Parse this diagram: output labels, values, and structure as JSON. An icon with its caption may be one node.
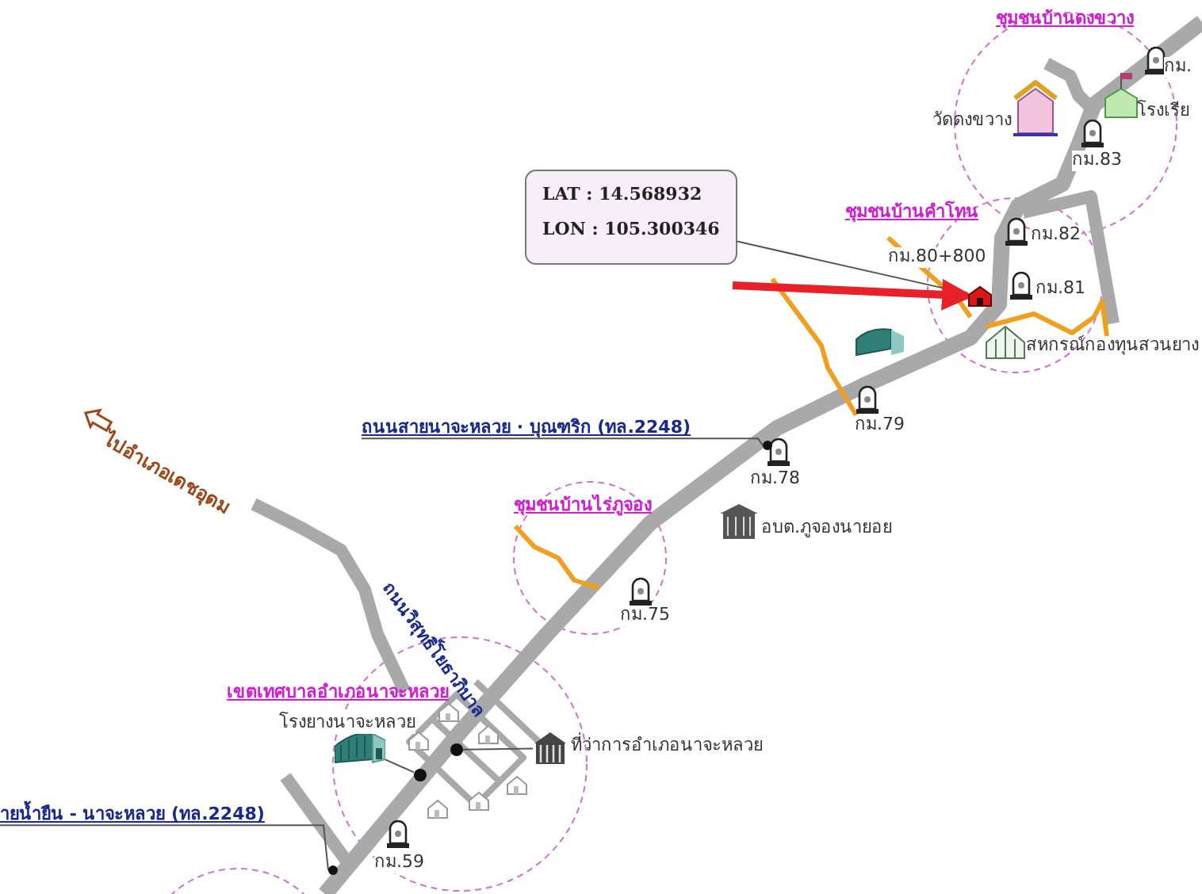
{
  "diagram": {
    "nodes": [
      {
        "text": [
          "LAT : 14.568932",
          "LON : 105.300346"
        ]
      },
      {
        "text": [],
        "shape": "picture",
        "beside": [
          "กม.80+800"
        ]
      },
      {
        "text": [
          "ถนนสายนาจะหลวย · บุณฑริก (ทล.2248)"
        ]
      },
      {
        "text": [],
        "shape": "circle"
      },
      {
        "text": [
          "ายน้ำยืน - นาจะหลวย (ทล.2248)"
        ]
      },
      {
        "text": [],
        "shape": "circle"
      },
      {
        "text": [],
        "shape": "picture",
        "beside": [
          "โรงยางนาจะหลวย"
        ]
      },
      {
        "text": [],
        "shape": "circle"
      },
      {
        "text": [
          "ที่ว่าการอำเภอนาจะหลวย"
        ]
      },
      {
        "text": [],
        "shape": "circle"
      }
    ],
    "edges": [
      {
        "from": 0,
        "to": 1,
        "arrow": "none"
      },
      {
        "from": null,
        "to": 1,
        "arrow": "to",
        "style": "thick",
        "color": "#e8202a"
      },
      {
        "from": 2,
        "to": 3,
        "arrow": "none"
      },
      {
        "from": 4,
        "to": 5,
        "arrow": "none"
      },
      {
        "from": 6,
        "to": 7,
        "arrow": "none"
      },
      {
        "from": 8,
        "to": 9,
        "arrow": "none"
      }
    ],
    "labels": [
      "ชุมชนบ้านดงขวาง",
      "กม.",
      "วัดดงขวาง",
      "โรงเรีย",
      "กม.83",
      "ชุมชนบ้านคำโทน",
      "กม.82",
      "กม.81",
      "สหกรณ์กองทุนสวนยาง",
      "กม.79",
      "ไปอำเภอเดชอุดม",
      "กม.78",
      "ชุมชนบ้านไร่ภูจอง",
      "อบต.ภูจองนายอย",
      "กม.75",
      "ถนนวิสุทธิ์โยธาภิบาล",
      "เขตเทศบาลอำเภอนาจะหลวย",
      "กม.59"
    ]
  }
}
